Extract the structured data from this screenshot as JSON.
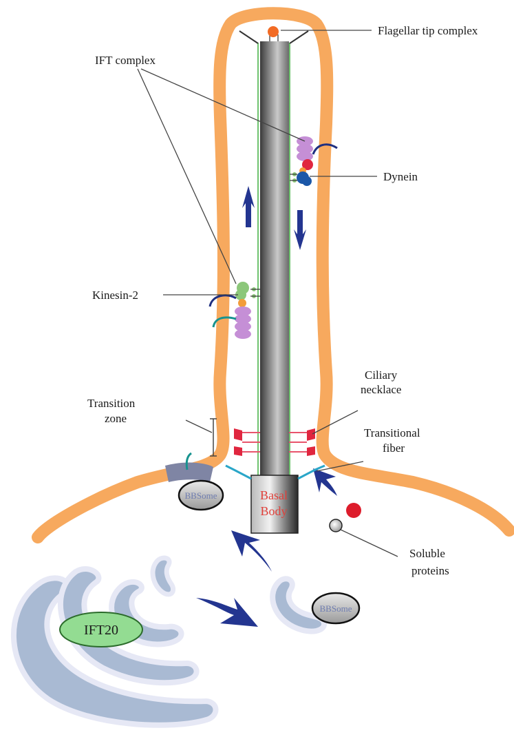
{
  "labels": {
    "flagellar_tip_complex": "Flagellar tip complex",
    "ift_complex": "IFT complex",
    "dynein": "Dynein",
    "kinesin_2": "Kinesin-2",
    "ciliary_necklace_1": "Ciliary",
    "ciliary_necklace_2": "necklace",
    "transition_zone_1": "Transition",
    "transition_zone_2": "zone",
    "transitional_fiber_1": "Transitional",
    "transitional_fiber_2": "fiber",
    "soluble_proteins_1": "Soluble",
    "soluble_proteins_2": "proteins",
    "basal_body_1": "Basal",
    "basal_body_2": "Body",
    "bbsome_membrane": "BBSome",
    "bbsome_vesicle": "BBSome",
    "ift20": "IFT20"
  },
  "colors": {
    "membrane": "#f7a95e",
    "golgi_fill": "#a9bad3",
    "golgi_rim": "#e6e8f5",
    "arrow": "#233590",
    "ift_particle": "#c58fd6",
    "kinesin": "#8cc77a",
    "dynein": "#1b57a8",
    "necklace": "#e0263f",
    "soluble_red": "#dd1c2b",
    "ift20_fill": "#93dc92"
  }
}
